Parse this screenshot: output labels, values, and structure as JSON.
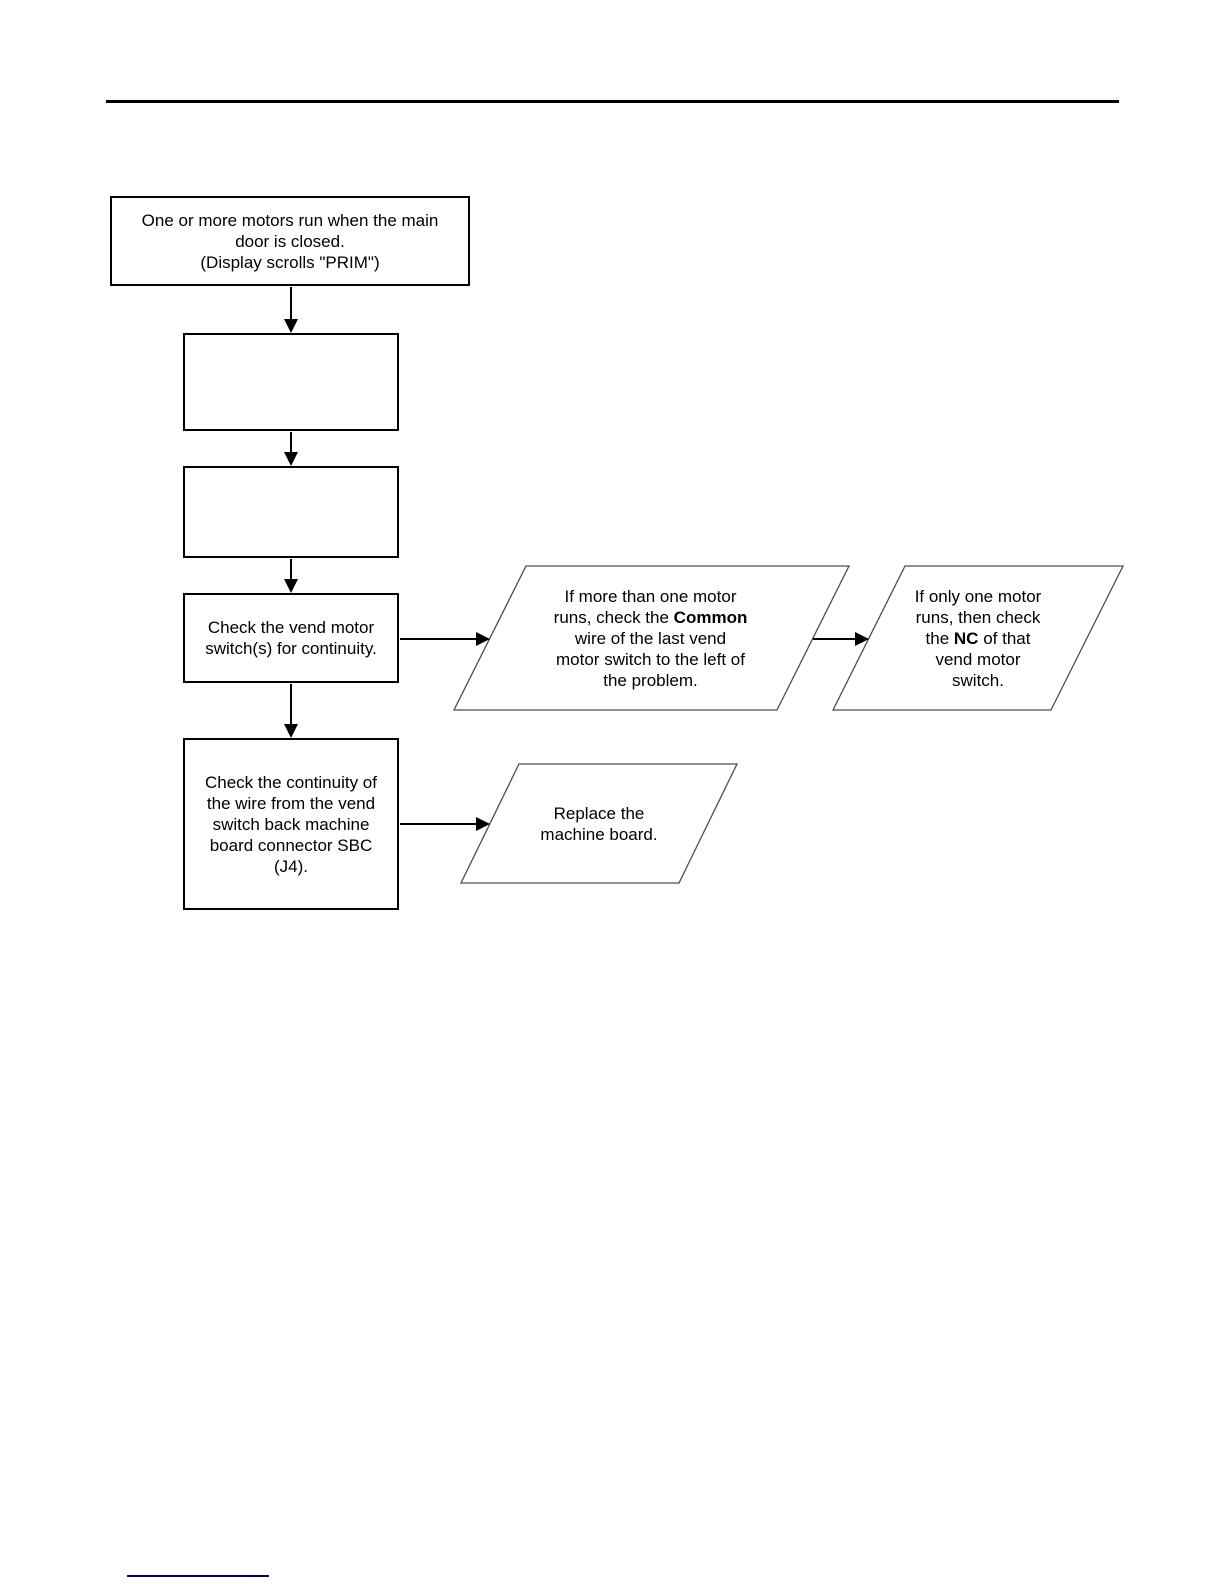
{
  "colors": {
    "line": "#000000",
    "rect_outline": "#000000",
    "parallelogram_outline": "#4d4d4d",
    "parallelogram_fill": "#ffffff",
    "footer_link": "#000080"
  },
  "flowchart": {
    "nodes": {
      "start": {
        "type": "rect",
        "lines": [
          [
            {
              "t": "One or more motors run when the main"
            }
          ],
          [
            {
              "t": "door is closed."
            }
          ],
          [
            {
              "t": "(Display scrolls \"PRIM\")"
            }
          ]
        ]
      },
      "step_empty_1": {
        "type": "rect",
        "lines": []
      },
      "step_empty_2": {
        "type": "rect",
        "lines": []
      },
      "check_switch": {
        "type": "rect",
        "lines": [
          [
            {
              "t": "Check the vend motor"
            }
          ],
          [
            {
              "t": "switch(s) for continuity."
            }
          ]
        ]
      },
      "check_wire": {
        "type": "rect",
        "lines": [
          [
            {
              "t": "Check the continuity of"
            }
          ],
          [
            {
              "t": "the wire from the vend"
            }
          ],
          [
            {
              "t": "switch back machine"
            }
          ],
          [
            {
              "t": "board connector SBC"
            }
          ],
          [
            {
              "t": "(J4)."
            }
          ]
        ]
      },
      "more_than_one_motor": {
        "type": "parallelogram",
        "lines": [
          [
            {
              "t": "If more than one motor"
            }
          ],
          [
            {
              "t": "runs, check the "
            },
            {
              "t": "Common",
              "b": true
            }
          ],
          [
            {
              "t": "wire of the last vend"
            }
          ],
          [
            {
              "t": "motor switch to the left of"
            }
          ],
          [
            {
              "t": "the problem."
            }
          ]
        ]
      },
      "only_one_motor": {
        "type": "parallelogram",
        "lines": [
          [
            {
              "t": "If only one motor"
            }
          ],
          [
            {
              "t": "runs, then check"
            }
          ],
          [
            {
              "t": "the "
            },
            {
              "t": "NC",
              "b": true
            },
            {
              "t": " of that"
            }
          ],
          [
            {
              "t": "vend motor"
            }
          ],
          [
            {
              "t": "switch."
            }
          ]
        ]
      },
      "replace_board": {
        "type": "parallelogram",
        "lines": [
          [
            {
              "t": "Replace the"
            }
          ],
          [
            {
              "t": "machine board."
            }
          ]
        ]
      }
    },
    "edges": [
      {
        "from": "start",
        "to": "step_empty_1"
      },
      {
        "from": "step_empty_1",
        "to": "step_empty_2"
      },
      {
        "from": "step_empty_2",
        "to": "check_switch"
      },
      {
        "from": "check_switch",
        "to": "more_than_one_motor"
      },
      {
        "from": "more_than_one_motor",
        "to": "only_one_motor"
      },
      {
        "from": "check_switch",
        "to": "check_wire"
      },
      {
        "from": "check_wire",
        "to": "replace_board"
      }
    ]
  }
}
